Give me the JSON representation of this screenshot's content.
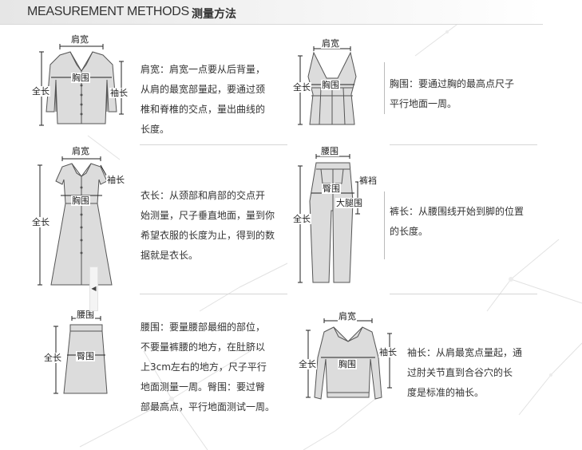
{
  "header": {
    "title_en": "MEASUREMENT METHODS",
    "title_cn": "测量方法"
  },
  "jacket": {
    "labels": {
      "shoulder": "肩宽",
      "chest": "胸围",
      "length": "全长",
      "sleeve": "袖长"
    },
    "desc": [
      "肩宽：肩宽一点要从后背量，",
      "从肩的最宽部量起，要通过颈",
      "椎和脊椎的交点，量出曲线的",
      "长度。"
    ]
  },
  "vest": {
    "labels": {
      "shoulder": "肩宽",
      "chest": "胸围",
      "length": "全长"
    },
    "desc": [
      "胸围：要通过胸的最高点尺子",
      "平行地面一周。"
    ]
  },
  "dress": {
    "labels": {
      "shoulder": "肩宽",
      "sleeve": "袖长",
      "chest": "胸围",
      "length": "全长"
    },
    "desc": [
      "衣长：从颈部和肩部的交点开",
      "始测量，尺子垂直地面，量到你",
      "希望衣服的长度为止，得到的数",
      "据就是衣长。"
    ]
  },
  "pants": {
    "labels": {
      "waist": "腰围",
      "crotch": "裤裆",
      "hip": "臀围",
      "thigh": "大腿围",
      "length": "全长"
    },
    "desc": [
      "裤长：从腰围线开始到脚的位置",
      "的长度。"
    ]
  },
  "skirt": {
    "labels": {
      "waist": "腰围",
      "hip": "臀围",
      "length": "全长"
    },
    "desc": [
      "腰围：要量腰部最细的部位，",
      "不要量裤腰的地方，在肚脐以",
      "上3cm左右的地方，尺子平行",
      "地面测量一周。臀围：要过臀",
      "部最高点，平行地面测试一周。"
    ]
  },
  "sweater": {
    "labels": {
      "shoulder": "肩宽",
      "chest": "胸围",
      "length": "全长",
      "sleeve": "袖长"
    },
    "desc": [
      "袖长：从肩最宽点量起，通",
      "过肘关节直到合谷穴的长",
      "度是标准的袖长。"
    ]
  }
}
